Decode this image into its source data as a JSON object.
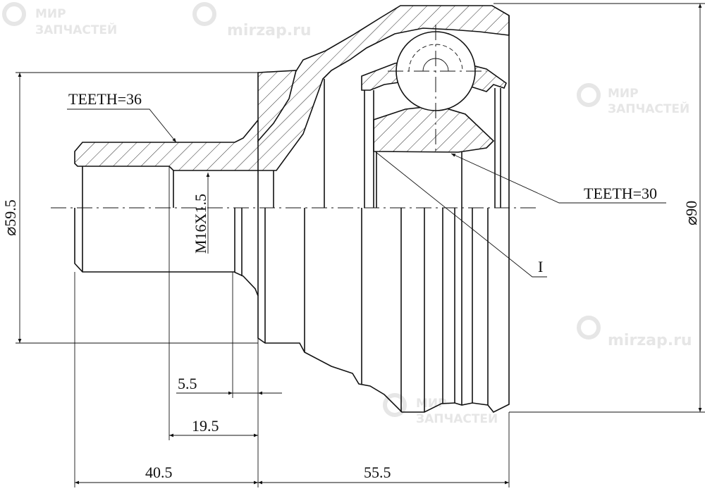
{
  "drawing": {
    "teeth_outer_label": "TEETH=36",
    "teeth_inner_label": "TEETH=30",
    "thread_label": "M16X1.5",
    "diameter_shaft_label": "⌀59.5",
    "diameter_bell_label": "⌀90",
    "detail_label": "I",
    "dimensions": {
      "d1": "5.5",
      "d2": "19.5",
      "d3": "40.5",
      "d4": "55.5"
    }
  },
  "watermark": {
    "line1": "МИР",
    "line2": "ЗАПЧАСТЕЙ",
    "site": "mirzap.ru"
  },
  "colors": {
    "line": "#111111",
    "watermark": "#e6e6e6"
  }
}
